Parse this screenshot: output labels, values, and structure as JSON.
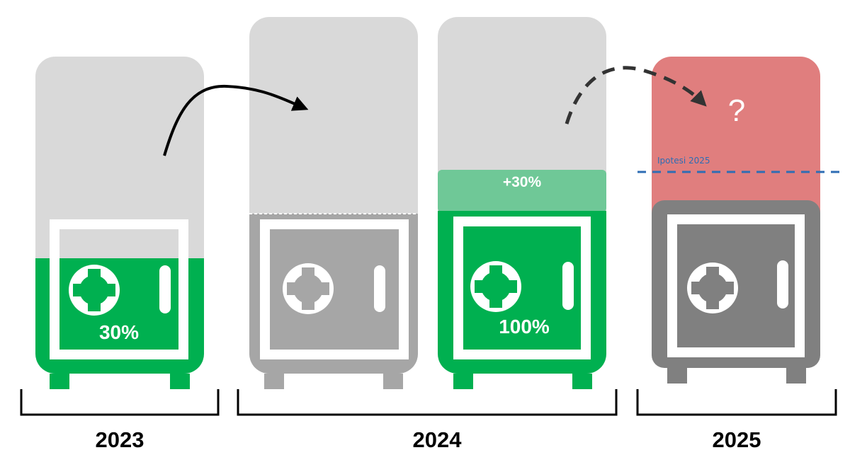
{
  "colors": {
    "green": "#00b050",
    "light_green": "#6fc897",
    "light_gray": "#d9d9d9",
    "mid_gray": "#a6a6a6",
    "dark_gray": "#808080",
    "red": "#e07e7e",
    "blue": "#2e6db4"
  },
  "safes": [
    {
      "year": "2023",
      "fill_label": "30%",
      "fill_fraction": 0.3
    },
    {
      "year": "2024",
      "fill_label": "",
      "fill_fraction": 0.0
    },
    {
      "year": "2024",
      "fill_label": "100%",
      "increase_label": "+30%",
      "fill_fraction": 1.0
    },
    {
      "year": "2025",
      "fill_label": "?"
    }
  ],
  "years": [
    "2023",
    "2024",
    "2025"
  ],
  "hypothesis_label": "Ipotesi 2025",
  "unknown_label": "?"
}
